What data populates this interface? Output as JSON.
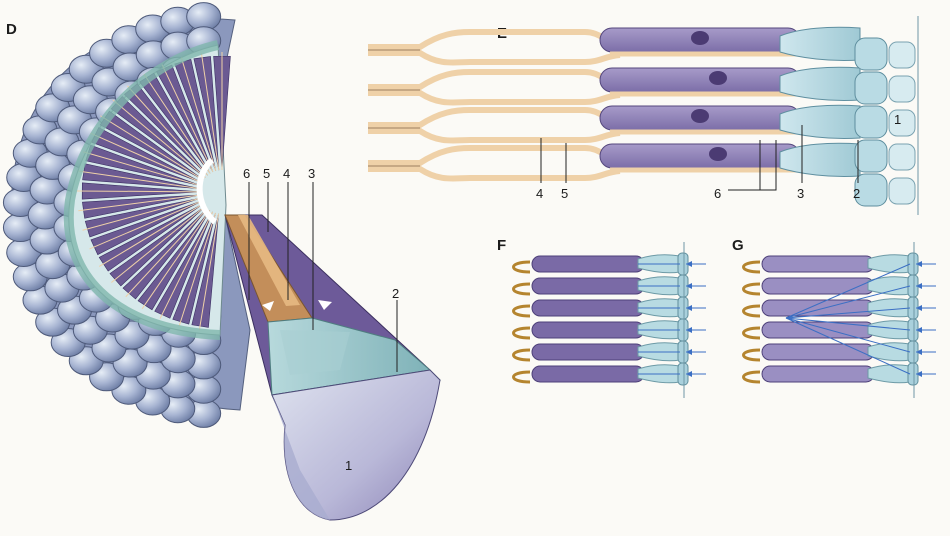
{
  "panels": {
    "d": {
      "letter": "D",
      "labels": [
        "6",
        "5",
        "4",
        "3",
        "2",
        "1"
      ]
    },
    "e": {
      "letter": "E",
      "labels": [
        "4",
        "5",
        "6",
        "3",
        "2",
        "1"
      ]
    },
    "f": {
      "letter": "F"
    },
    "g": {
      "letter": "G"
    }
  },
  "colors": {
    "facet": "#9aa6c6",
    "cornea_light": "#cfe6ec",
    "crystalline_cone": "#8fbcc1",
    "retinula": "#6b5a92",
    "rhabdom": "#c99a68",
    "axon": "#efd1a8",
    "light_ray": "#3b6fc4"
  }
}
